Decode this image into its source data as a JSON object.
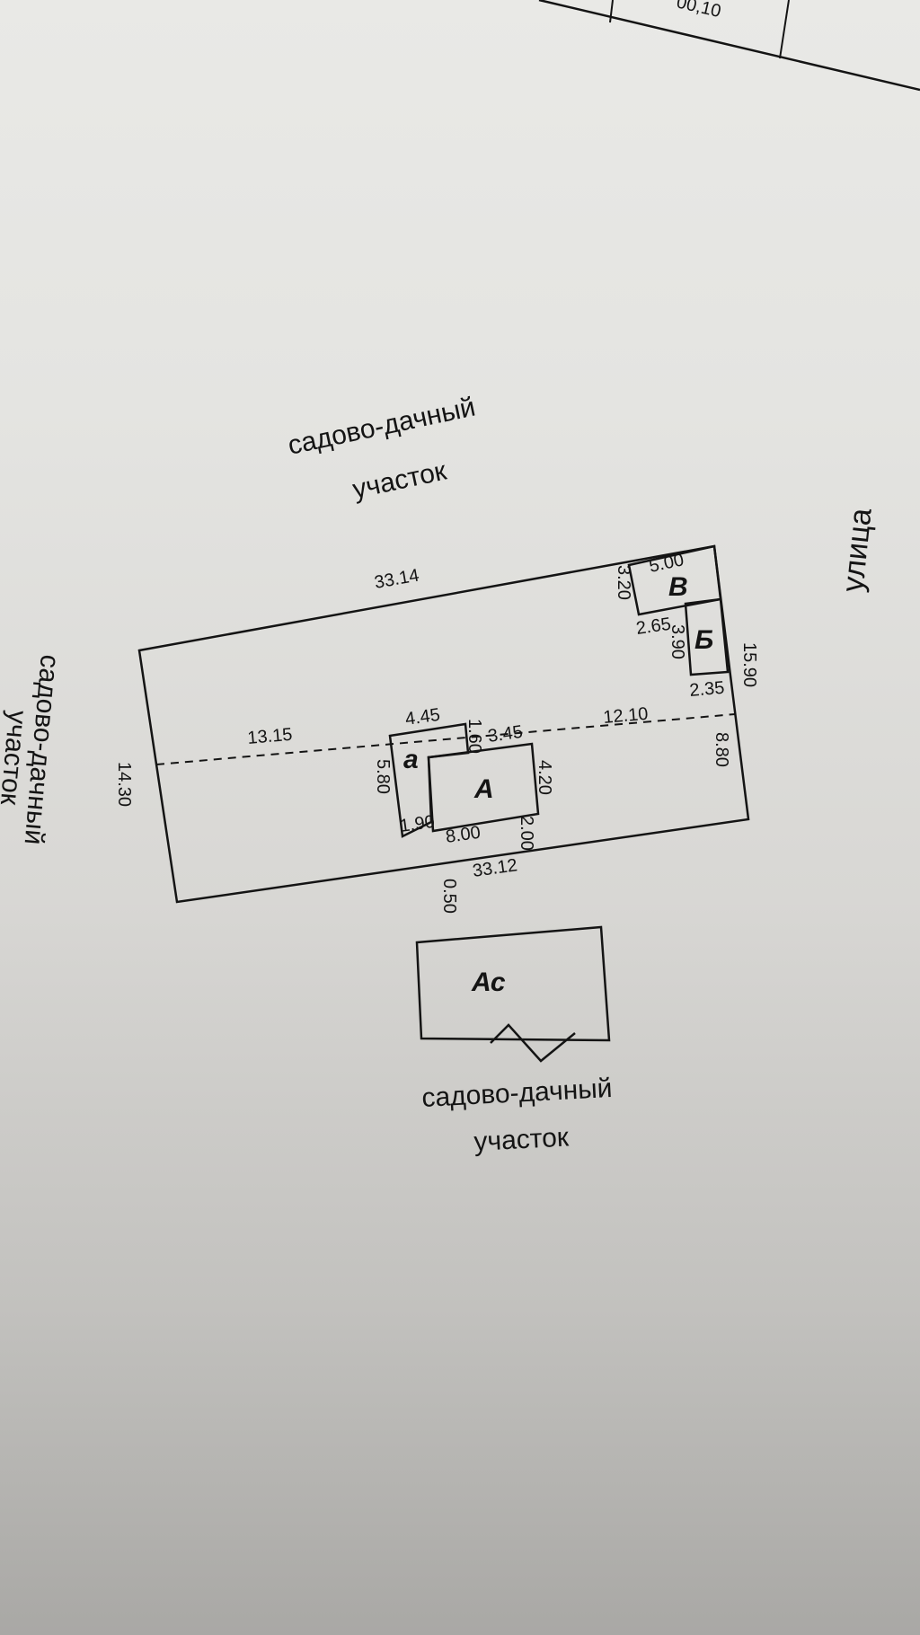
{
  "table_fragment": {
    "value": "00,10"
  },
  "labels": {
    "top": [
      "садово-дачный",
      "участок"
    ],
    "left": [
      "садово-дачный",
      "участок"
    ],
    "bottom": [
      "садово-дачный",
      "участок"
    ],
    "street": "улица"
  },
  "buildings": {
    "A": "А",
    "a": "а",
    "B": "Б",
    "V": "В",
    "Ac": "Ас"
  },
  "dimensions": {
    "plot_top": "33.14",
    "plot_bottom": "33.12",
    "plot_left": "14.30",
    "plot_right_upper": "15.90",
    "plot_right_lower": "8.80",
    "dash_left": "13.15",
    "dash_right": "12.10",
    "v_width": "5.00",
    "v_depth": "3.20",
    "b_top": "2.65",
    "b_depth": "3.90",
    "b_bottom": "2.35",
    "a_small_width": "4.45",
    "a_small_depth": "5.80",
    "a_small_bottom": "1.90",
    "a_step": "1.60",
    "A_top": "3.45",
    "A_depth": "4.20",
    "A_bottom": "8.00",
    "A_corner": "2.00",
    "gap": "0.50"
  }
}
